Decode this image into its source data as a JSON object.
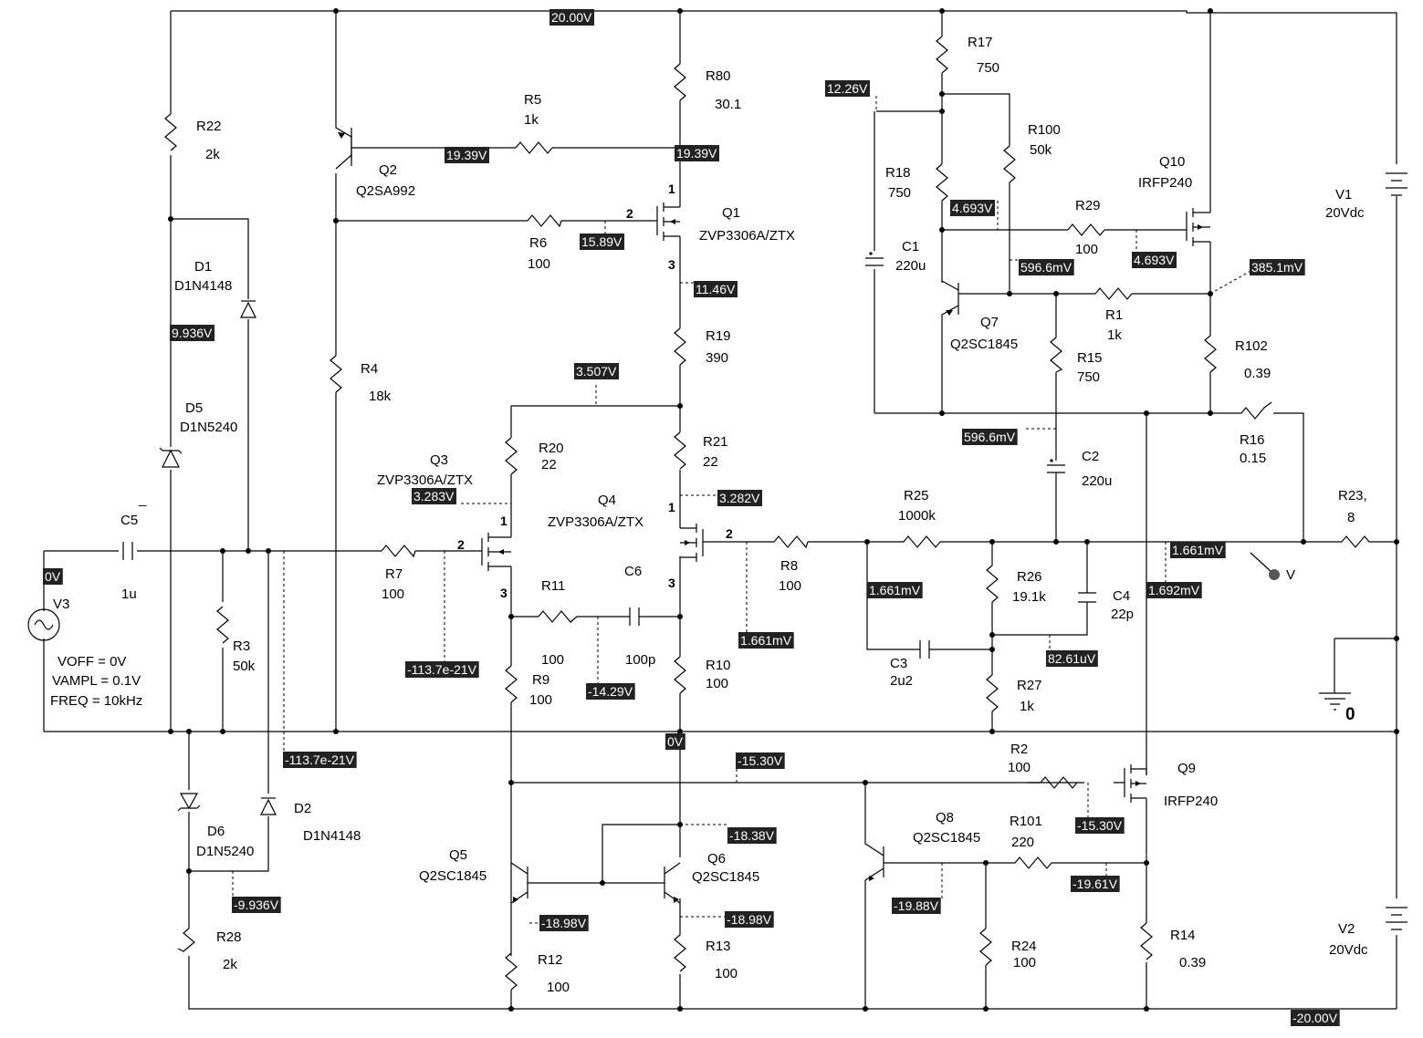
{
  "components": {
    "R80": {
      "ref": "R80",
      "value": "30.1"
    },
    "R5": {
      "ref": "R5",
      "value": "1k"
    },
    "R22": {
      "ref": "R22",
      "value": "2k"
    },
    "Q2": {
      "ref": "Q2",
      "value": "Q2SA992"
    },
    "Q1": {
      "ref": "Q1",
      "value": "ZVP3306A/ZTX"
    },
    "R6": {
      "ref": "R6",
      "value": "100"
    },
    "D1": {
      "ref": "D1",
      "value": "D1N4148"
    },
    "R4": {
      "ref": "R4",
      "value": "18k"
    },
    "R19": {
      "ref": "R19",
      "value": "390"
    },
    "D5": {
      "ref": "D5",
      "value": "D1N5240"
    },
    "R20": {
      "ref": "R20",
      "value": "22"
    },
    "R21": {
      "ref": "R21",
      "value": "22"
    },
    "Q3": {
      "ref": "Q3",
      "value": "ZVP3306A/ZTX"
    },
    "Q4": {
      "ref": "Q4",
      "value": "ZVP3306A/ZTX"
    },
    "C5": {
      "ref": "C5",
      "value": "1u"
    },
    "R7": {
      "ref": "R7",
      "value": "100"
    },
    "R11": {
      "ref": "R11",
      "value": "100"
    },
    "C6": {
      "ref": "C6",
      "value": "100p"
    },
    "R8": {
      "ref": "R8",
      "value": "100"
    },
    "V3": {
      "ref": "V3",
      "voff": "VOFF = 0V",
      "vampl": "VAMPL = 0.1V",
      "freq": "FREQ = 10kHz"
    },
    "R3": {
      "ref": "R3",
      "value": "50k"
    },
    "R9": {
      "ref": "R9",
      "value": "100"
    },
    "R10": {
      "ref": "R10",
      "value": "100"
    },
    "R17": {
      "ref": "R17",
      "value": "750"
    },
    "R100": {
      "ref": "R100",
      "value": "50k"
    },
    "Q10": {
      "ref": "Q10",
      "value": "IRFP240"
    },
    "R18": {
      "ref": "R18",
      "value": "750"
    },
    "R29": {
      "ref": "R29",
      "value": "100"
    },
    "C1": {
      "ref": "C1",
      "value": "220u"
    },
    "Q7": {
      "ref": "Q7",
      "value": "Q2SC1845"
    },
    "R1": {
      "ref": "R1",
      "value": "1k"
    },
    "R15": {
      "ref": "R15",
      "value": "750"
    },
    "R102": {
      "ref": "R102",
      "value": "0.39"
    },
    "V1": {
      "ref": "V1",
      "value": "20Vdc"
    },
    "R16": {
      "ref": "R16",
      "value": "0.15"
    },
    "C2": {
      "ref": "C2",
      "value": "220u"
    },
    "R25": {
      "ref": "R25",
      "value": "1000k"
    },
    "R23": {
      "ref": "R23,",
      "value": "8"
    },
    "R26": {
      "ref": "R26",
      "value": "19.1k"
    },
    "C4": {
      "ref": "C4",
      "value": "22p"
    },
    "C3": {
      "ref": "C3",
      "value": "2u2"
    },
    "R27": {
      "ref": "R27",
      "value": "1k"
    },
    "R2": {
      "ref": "R2",
      "value": "100"
    },
    "Q9": {
      "ref": "Q9",
      "value": "IRFP240"
    },
    "D2": {
      "ref": "D2",
      "value": "D1N4148"
    },
    "D6": {
      "ref": "D6",
      "value": "D1N5240"
    },
    "Q5": {
      "ref": "Q5",
      "value": "Q2SC1845"
    },
    "Q6": {
      "ref": "Q6",
      "value": "Q2SC1845"
    },
    "Q8": {
      "ref": "Q8",
      "value": "Q2SC1845"
    },
    "R101": {
      "ref": "R101",
      "value": "220"
    },
    "R28": {
      "ref": "R28",
      "value": "2k"
    },
    "R12": {
      "ref": "R12",
      "value": "100"
    },
    "R13": {
      "ref": "R13",
      "value": "100"
    },
    "R24": {
      "ref": "R24",
      "value": "100"
    },
    "R14": {
      "ref": "R14",
      "value": "0.39"
    },
    "V2": {
      "ref": "V2",
      "value": "20Vdc"
    }
  },
  "ground_label": "0",
  "probe_label": "V",
  "pin_labels": {
    "one": "1",
    "two": "2",
    "three": "3"
  },
  "misc": {
    "c5_minus": "_"
  },
  "voltages": {
    "v_top": "20.00V",
    "v_q2e": "19.39V",
    "v_r80b": "19.39V",
    "v_q1g": "15.89V",
    "v_q1d": "11.46V",
    "v_d1": "9.936V",
    "v_r19b": "3.507V",
    "v_q3s": "3.283V",
    "v_q4s": "3.282V",
    "v_in": "0V",
    "v_q3g": "-113.7e-21V",
    "v_d2": "-113.7e-21V",
    "v_c6": "-14.29V",
    "v_q4g": "1.661mV",
    "v_gnd": "0V",
    "v_r17": "12.26V",
    "v_r18": "4.693V",
    "v_q7c": "596.6mV",
    "v_q10g": "4.693V",
    "v_q10s": "385.1mV",
    "v_c2": "596.6mV",
    "v_r25a": "1.661mV",
    "v_out": "1.661mV",
    "v_q9s": "1.692mV",
    "v_fb": "82.61uV",
    "v_q9g": "-15.30V",
    "v_r2": "-15.30V",
    "v_q6b": "-18.38V",
    "v_d6": "-9.936V",
    "v_q5e": "-18.98V",
    "v_q6e": "-18.98V",
    "v_q8b": "-19.88V",
    "v_r14": "-19.61V",
    "v_bot": "-20.00V"
  }
}
